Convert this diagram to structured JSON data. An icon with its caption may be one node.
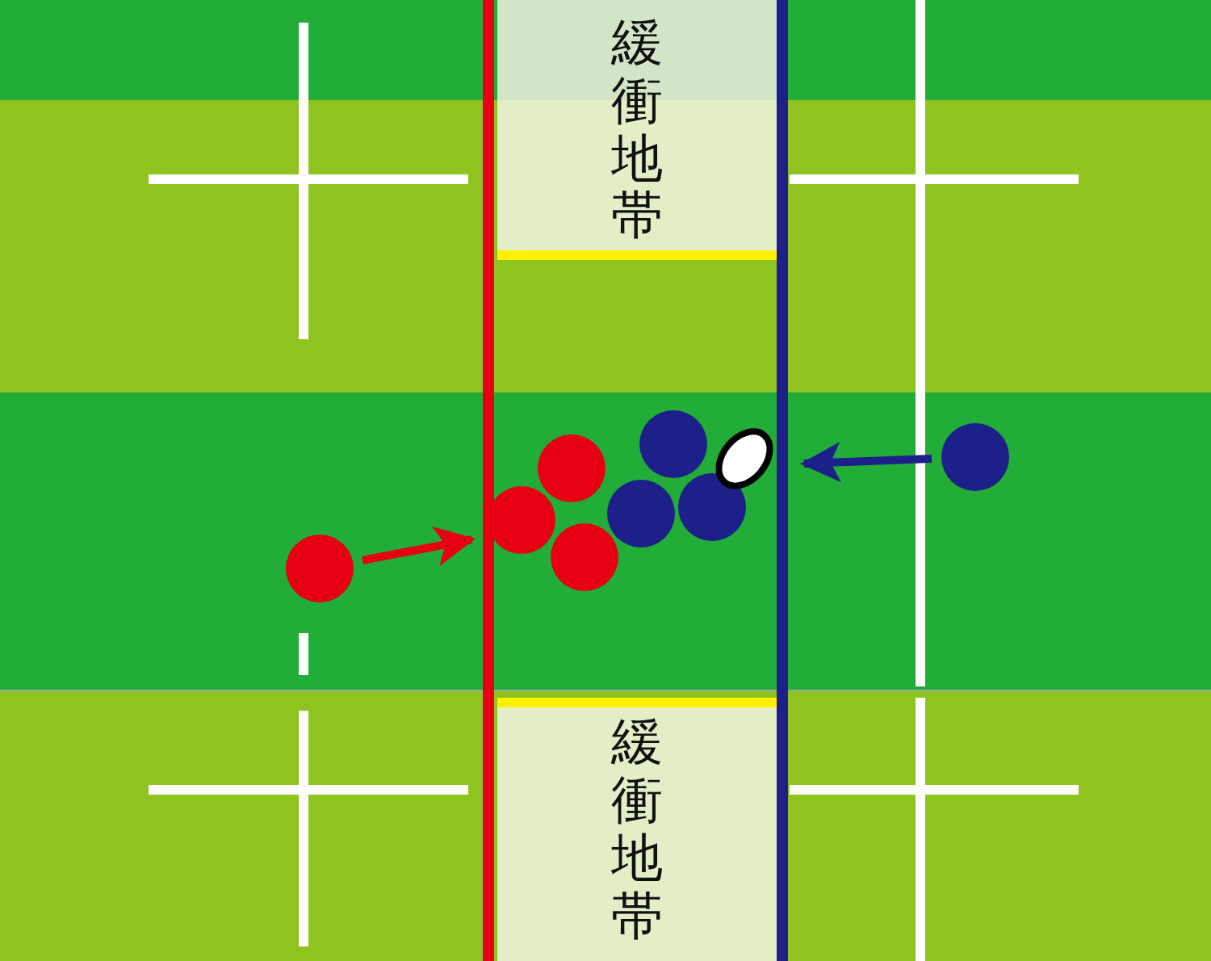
{
  "diagram": {
    "nodes": [
      {
        "text": [
          "緩衝地帯"
        ]
      },
      {
        "text": [
          "緩衝地帯"
        ]
      },
      {
        "text": [],
        "shape": "circle"
      },
      {
        "text": [],
        "shape": "circle"
      },
      {
        "text": [],
        "shape": "circle"
      },
      {
        "text": [],
        "shape": "circle"
      },
      {
        "text": [],
        "shape": "circle"
      },
      {
        "text": [],
        "shape": "circle"
      },
      {
        "text": [],
        "shape": "circle"
      },
      {
        "text": [],
        "shape": "circle"
      }
    ],
    "edges": [
      {
        "from": 2,
        "to": 3,
        "arrow": "to",
        "color": "#e60012"
      },
      {
        "from": 9,
        "to": 8,
        "arrow": "to",
        "color": "#1d2088"
      }
    ]
  }
}
